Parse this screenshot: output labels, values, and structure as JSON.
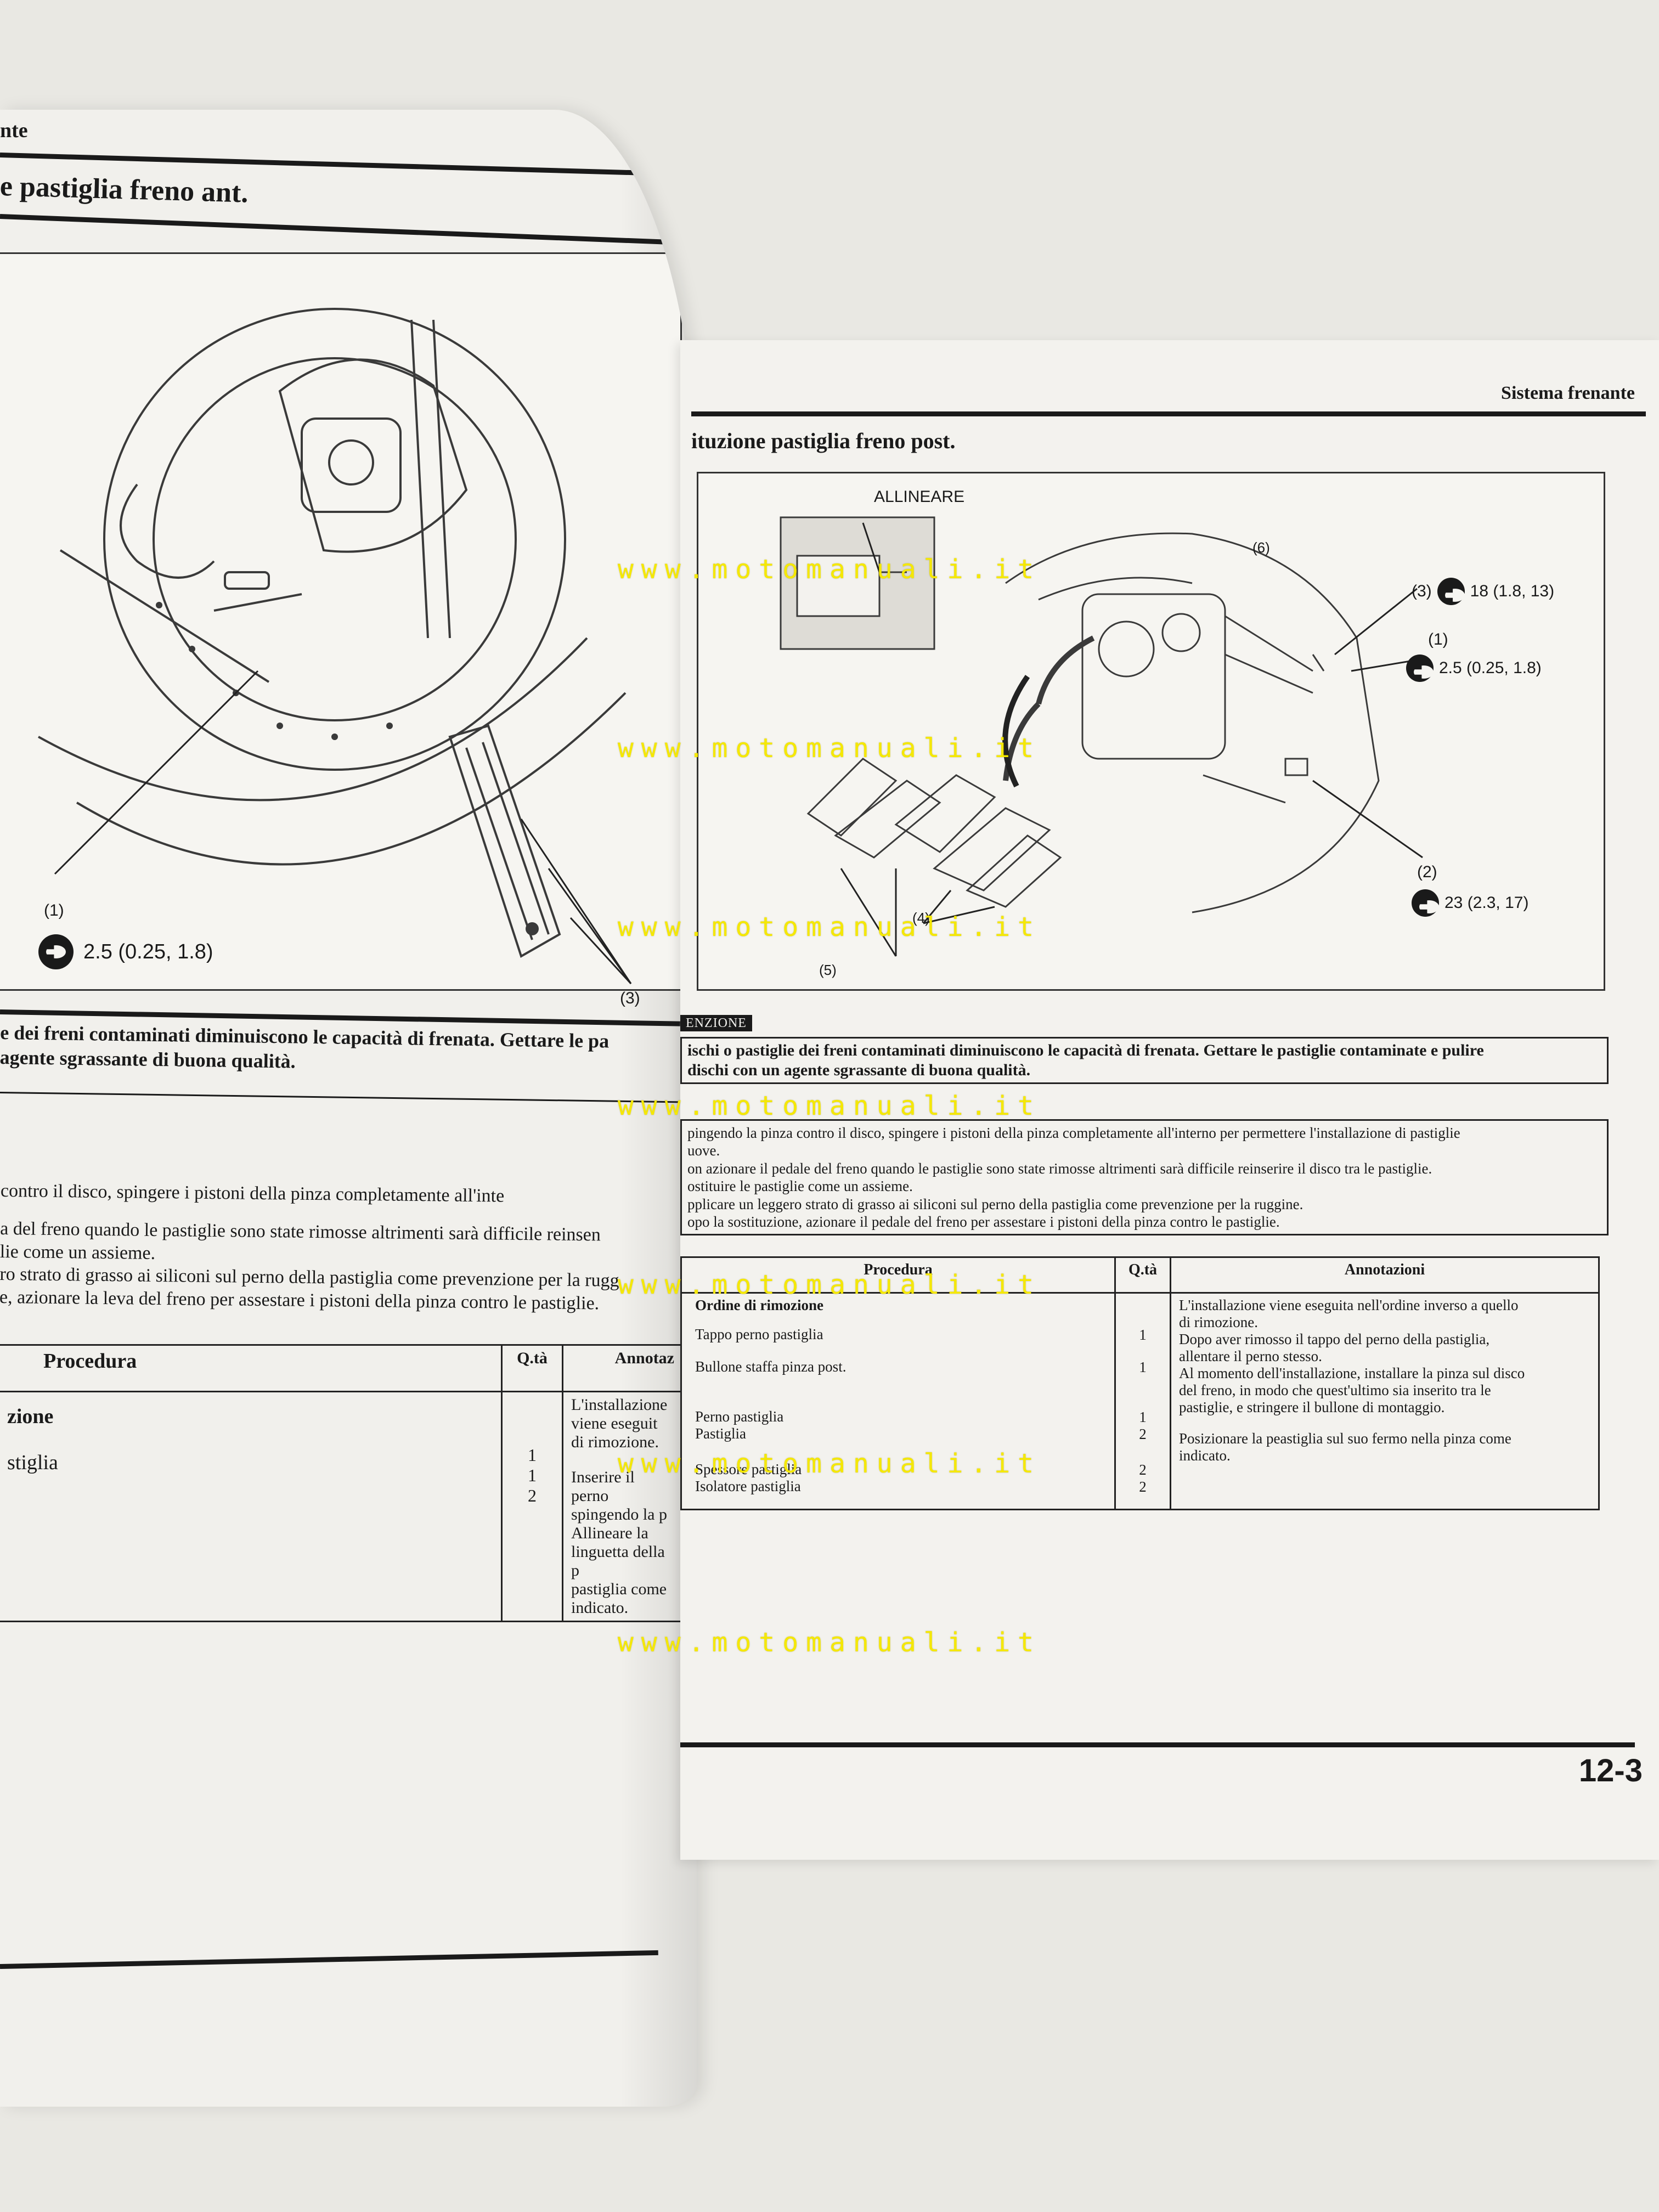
{
  "left_page": {
    "header": "nte",
    "section_title": "e pastiglia freno ant.",
    "callouts": {
      "c1": "(1)",
      "c3": "(3)"
    },
    "torque_1": "2.5 (0.25, 1.8)",
    "notice_line1": "e dei freni contaminati diminuiscono le capacità di frenata. Gettare le pa",
    "notice_line2": "agente sgrassante di buona qualità.",
    "body": [
      "contro il disco, spingere i pistoni della pinza completamente all'inte",
      "a del freno quando le pastiglie sono state rimosse altrimenti sarà difficile reinsen",
      "lie come un assieme.",
      "ro strato di grasso ai siliconi sul perno della pastiglia come prevenzione per la rugg",
      "e, azionare la leva del freno per assestare i pistoni della pinza contro le pastiglie."
    ],
    "table": {
      "col_procedure": "Procedura",
      "col_qty": "Q.tà",
      "col_notes": "Annotaz",
      "row_order": "zione",
      "row_item": "stiglia",
      "qty": [
        "1",
        "1",
        "2"
      ],
      "notes": [
        "L'installazione viene eseguit",
        "di rimozione.",
        "Inserire il perno spingendo la p",
        "Allineare la linguetta della p",
        "pastiglia come indicato."
      ]
    }
  },
  "right_page": {
    "header": "Sistema frenante",
    "section_title": "ituzione pastiglia freno post.",
    "diagram": {
      "allineare": "ALLINEARE",
      "c3": "(3)",
      "t3": "18 (1.8, 13)",
      "c1": "(1)",
      "t1": "2.5 (0.25, 1.8)",
      "c2": "(2)",
      "t2": "23 (2.3, 17)",
      "c4": "(4)",
      "c5": "(5)",
      "c6": "(6)"
    },
    "caution_label": "ENZIONE",
    "caution_line1": "ischi o pastiglie dei freni contaminati diminuiscono le capacità di frenata. Gettare le pastiglie contaminate e pulire",
    "caution_line2": "dischi con un agente sgrassante di buona qualità.",
    "notes": [
      "pingendo la pinza contro il disco, spingere i pistoni della pinza completamente all'interno per permettere l'installazione di pastiglie",
      "uove.",
      "on azionare il pedale del freno quando le pastiglie sono state rimosse altrimenti sarà difficile reinserire il disco tra le pastiglie.",
      "ostituire le pastiglie come un assieme.",
      "pplicare un leggero strato di grasso ai siliconi sul perno della pastiglia come prevenzione per la ruggine.",
      "opo la sostituzione, azionare il pedale del freno per assestare i pistoni della pinza contro le pastiglie."
    ],
    "table": {
      "col_procedure": "Procedura",
      "col_qty": "Q.tà",
      "col_notes": "Annotazioni",
      "rows": [
        {
          "proc": "Ordine di rimozione",
          "qty": ""
        },
        {
          "proc": "Tappo perno pastiglia",
          "qty": "1"
        },
        {
          "proc": "Bullone staffa pinza post.",
          "qty": "1"
        },
        {
          "proc": "Perno pastiglia",
          "qty": "1"
        },
        {
          "proc": "Pastiglia",
          "qty": "2"
        },
        {
          "proc": "Spessore pastiglia",
          "qty": "2"
        },
        {
          "proc": "Isolatore pastiglia",
          "qty": "2"
        }
      ],
      "notes": [
        "L'installazione viene eseguita nell'ordine inverso a quello",
        "di rimozione.",
        "Dopo aver rimosso il tappo del perno della pastiglia,",
        "allentare il perno stesso.",
        "Al momento dell'installazione, installare la pinza sul disco",
        "del freno, in modo che quest'ultimo sia inserito tra le",
        "pastiglie, e stringere il bullone di montaggio.",
        "Posizionare la peastiglia sul suo fermo nella pinza come",
        "indicato."
      ]
    },
    "page_number": "12-3"
  },
  "watermark": "www.motomanuali.it"
}
